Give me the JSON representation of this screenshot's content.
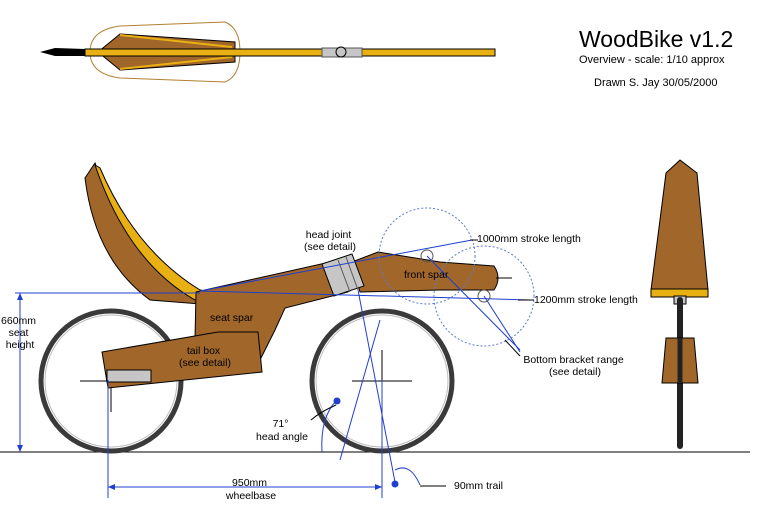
{
  "header": {
    "title": "WoodBike v1.2",
    "subtitle": "Overview - scale: 1/10 approx",
    "author": "Drawn S. Jay 30/05/2000"
  },
  "labels": {
    "head_joint": [
      "head joint",
      "(see detail)"
    ],
    "stroke_1000": "1000mm stroke length",
    "stroke_1200": "1200mm stroke length",
    "front_spar": "front spar",
    "seat_spar": "seat spar",
    "tail_box": [
      "tail box",
      "(see detail)"
    ],
    "bb_range": [
      "Bottom bracket range",
      "(see detail)"
    ],
    "seat_height": [
      "660mm",
      "seat",
      "height"
    ],
    "head_angle": [
      "71°",
      "head angle"
    ],
    "wheelbase": [
      "950mm",
      "wheelbase"
    ],
    "trail": "90mm trail"
  },
  "colors": {
    "wood": "#a0662a",
    "wood_light": "#b7782f",
    "yellow": "#e8b012",
    "blue": "#1f3fd0",
    "grey": "#c6c6c6",
    "tyre": "#3a3a3a"
  }
}
